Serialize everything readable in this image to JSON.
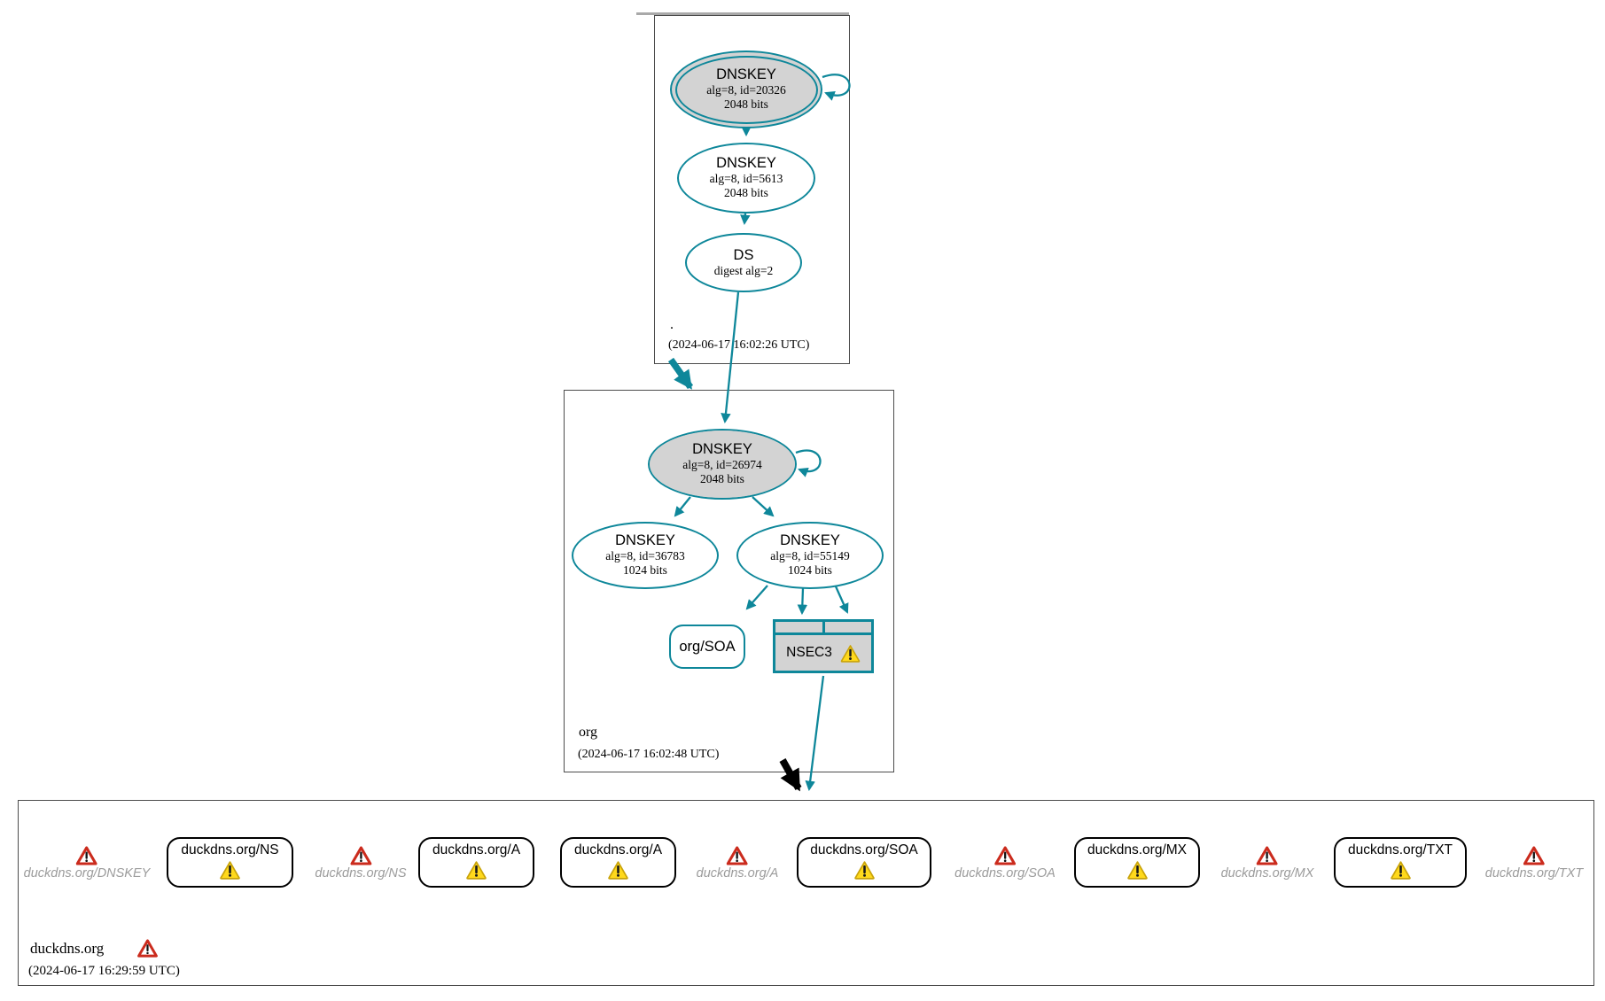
{
  "colors": {
    "edge_secure_teal": "#0e879a",
    "node_fill_gray": "#d3d3d3",
    "negative_label_gray": "#9b9b9b",
    "warning_yellow": "#ffd91c",
    "error_red": "#cb2b1d",
    "delegation_bogus_black": "#000000",
    "box_border_gray": "#4c4c4c"
  },
  "icons": {
    "warning_icon": "yellow triangle with exclamation",
    "error_icon": "red triangle with exclamation"
  },
  "zones": {
    "root": {
      "label": ".",
      "timestamp": "(2024-06-17 16:02:26 UTC)",
      "ksk": {
        "title": "DNSKEY",
        "detail1": "alg=8, id=20326",
        "detail2": "2048 bits"
      },
      "zsk": {
        "title": "DNSKEY",
        "detail1": "alg=8, id=5613",
        "detail2": "2048 bits"
      },
      "ds": {
        "title": "DS",
        "detail1": "digest alg=2"
      }
    },
    "org": {
      "label": "org",
      "timestamp": "(2024-06-17 16:02:48 UTC)",
      "ksk": {
        "title": "DNSKEY",
        "detail1": "alg=8, id=26974",
        "detail2": "2048 bits"
      },
      "zsk_left": {
        "title": "DNSKEY",
        "detail1": "alg=8, id=36783",
        "detail2": "1024 bits"
      },
      "zsk_right": {
        "title": "DNSKEY",
        "detail1": "alg=8, id=55149",
        "detail2": "1024 bits"
      },
      "soa": {
        "label": "org/SOA"
      },
      "nsec3": {
        "label": "NSEC3"
      }
    },
    "duckdns": {
      "label": "duckdns.org",
      "timestamp": "(2024-06-17 16:29:59 UTC)",
      "nodes": [
        {
          "type": "error",
          "label": "duckdns.org/DNSKEY"
        },
        {
          "type": "warning",
          "label": "duckdns.org/NS"
        },
        {
          "type": "error",
          "label": "duckdns.org/NS"
        },
        {
          "type": "warning",
          "label": "duckdns.org/A"
        },
        {
          "type": "warning",
          "label": "duckdns.org/A"
        },
        {
          "type": "error",
          "label": "duckdns.org/A"
        },
        {
          "type": "warning",
          "label": "duckdns.org/SOA"
        },
        {
          "type": "error",
          "label": "duckdns.org/SOA"
        },
        {
          "type": "warning",
          "label": "duckdns.org/MX"
        },
        {
          "type": "error",
          "label": "duckdns.org/MX"
        },
        {
          "type": "warning",
          "label": "duckdns.org/TXT"
        },
        {
          "type": "error",
          "label": "duckdns.org/TXT"
        }
      ]
    }
  }
}
